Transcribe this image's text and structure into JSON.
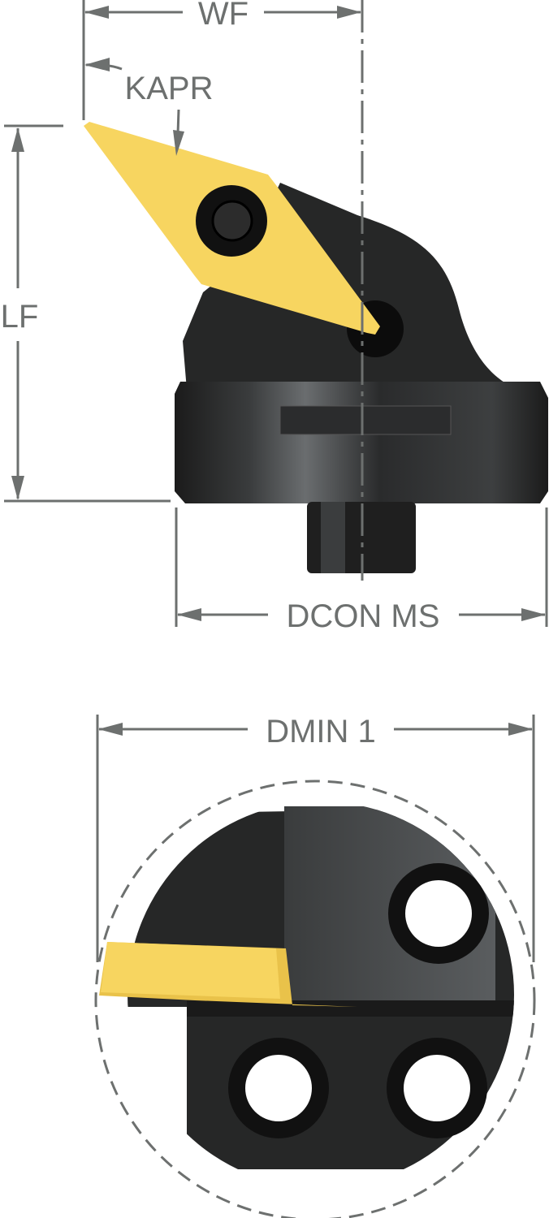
{
  "labels": {
    "wf": "WF",
    "kapr": "KAPR",
    "lf": "LF",
    "dcon_ms": "DCON MS",
    "dmin_1": "DMIN 1"
  },
  "colors": {
    "dimension": "#6d706f",
    "insert": "#f7d560",
    "body": "#262727",
    "body_highlight": "#55585a"
  }
}
